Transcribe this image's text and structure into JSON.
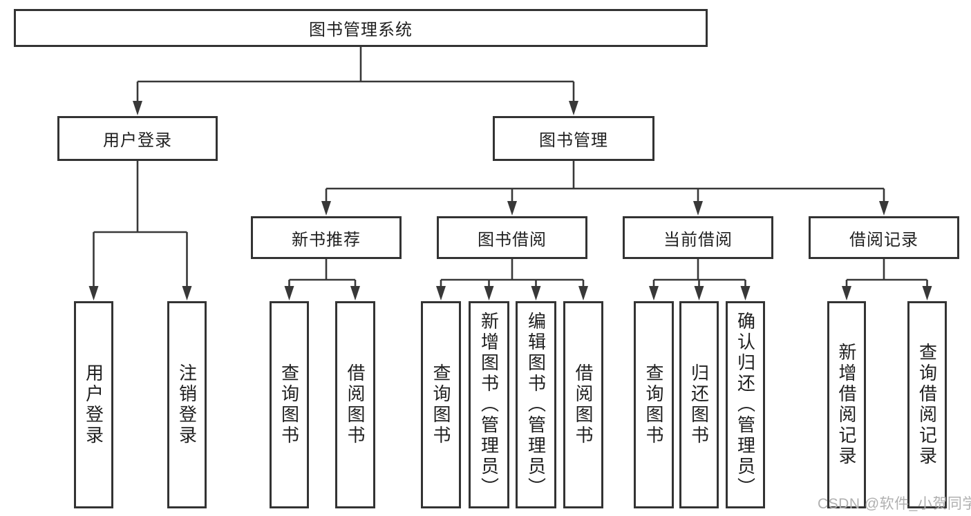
{
  "tree": {
    "label": "图书管理系统",
    "children": [
      {
        "label": "用户登录",
        "children": [
          {
            "label": "用户登录"
          },
          {
            "label": "注销登录"
          }
        ]
      },
      {
        "label": "图书管理",
        "children": [
          {
            "label": "新书推荐",
            "children": [
              {
                "label": "查询图书"
              },
              {
                "label": "借阅图书"
              }
            ]
          },
          {
            "label": "图书借阅",
            "children": [
              {
                "label": "查询图书"
              },
              {
                "label": "新增图书（管理员）"
              },
              {
                "label": "编辑图书（管理员）"
              },
              {
                "label": "借阅图书"
              }
            ]
          },
          {
            "label": "当前借阅",
            "children": [
              {
                "label": "查询图书"
              },
              {
                "label": "归还图书"
              },
              {
                "label": "确认归还（管理员）"
              }
            ]
          },
          {
            "label": "借阅记录",
            "children": [
              {
                "label": "新增借阅记录"
              },
              {
                "label": "查询借阅记录"
              }
            ]
          }
        ]
      }
    ]
  },
  "watermark": {
    "text": "CSDN @软件_小贺同学"
  },
  "colors": {
    "line": "#383838",
    "border": "#333333",
    "text": "#1f1f1f",
    "watermark": "#b0b0b0",
    "background": "#ffffff"
  }
}
